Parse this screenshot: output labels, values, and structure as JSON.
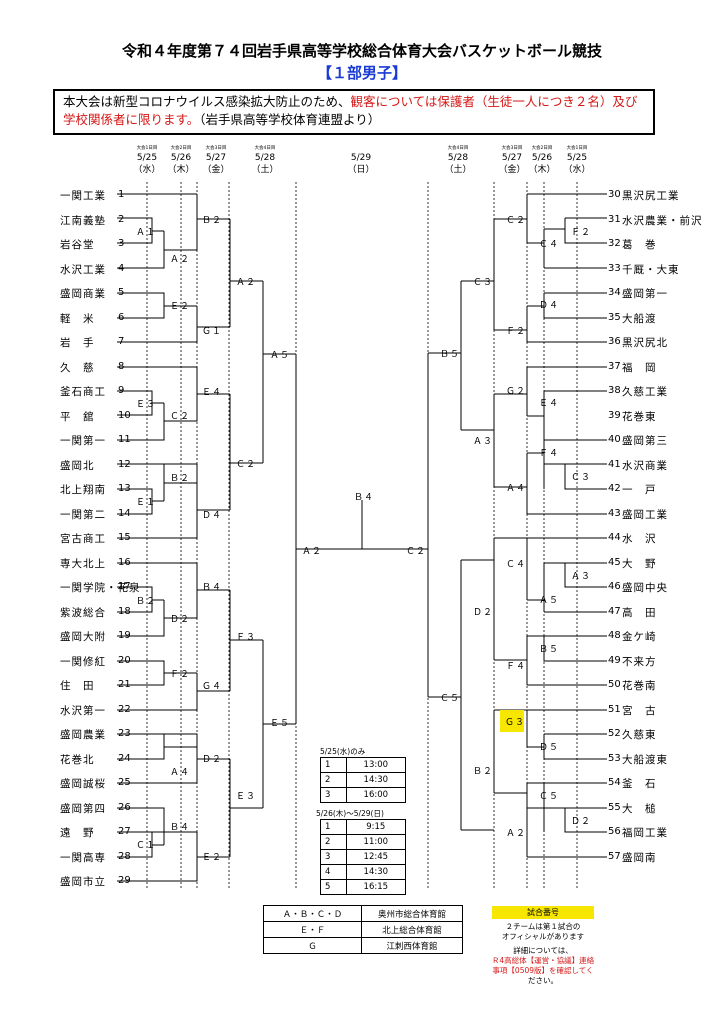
{
  "header": {
    "title": "令和４年度第７４回岩手県高等学校総合体育大会バスケットボール競技",
    "subtitle": "【１部男子】"
  },
  "notice": {
    "part1": "本大会は新型コロナウイルス感染拡大防止のため、",
    "part2": "観客については保護者（生徒一人につき２名）及び学校関係者に限ります。",
    "part3": "（岩手県高等学校体育連盟より）"
  },
  "rounds_left": [
    {
      "round": "大会1日目",
      "date": "5/25",
      "day": "（水）"
    },
    {
      "round": "大会2日目",
      "date": "5/26",
      "day": "（木）"
    },
    {
      "round": "大会3日目",
      "date": "5/27",
      "day": "（金）"
    },
    {
      "round": "大会4日目",
      "date": "5/28",
      "day": "（土）"
    }
  ],
  "round_final": {
    "round": "",
    "date": "5/29",
    "day": "（日）"
  },
  "rounds_right": [
    {
      "round": "大会4日目",
      "date": "5/28",
      "day": "（土）"
    },
    {
      "round": "大会3日目",
      "date": "5/27",
      "day": "（金）"
    },
    {
      "round": "大会2日目",
      "date": "5/26",
      "day": "（木）"
    },
    {
      "round": "大会1日目",
      "date": "5/25",
      "day": "（水）"
    }
  ],
  "teams_left": [
    {
      "name": "一関工業",
      "no": "1"
    },
    {
      "name": "江南義塾",
      "no": "2"
    },
    {
      "name": "岩谷堂",
      "no": "3"
    },
    {
      "name": "水沢工業",
      "no": "4"
    },
    {
      "name": "盛岡商業",
      "no": "5"
    },
    {
      "name": "軽　米",
      "no": "6"
    },
    {
      "name": "岩　手",
      "no": "7"
    },
    {
      "name": "久　慈",
      "no": "8"
    },
    {
      "name": "釜石商工",
      "no": "9"
    },
    {
      "name": "平　舘",
      "no": "10"
    },
    {
      "name": "一関第一",
      "no": "11"
    },
    {
      "name": "盛岡北",
      "no": "12"
    },
    {
      "name": "北上翔南",
      "no": "13"
    },
    {
      "name": "一関第二",
      "no": "14"
    },
    {
      "name": "宮古商工",
      "no": "15"
    },
    {
      "name": "専大北上",
      "no": "16"
    },
    {
      "name": "一関学院・花泉",
      "no": "17"
    },
    {
      "name": "紫波総合",
      "no": "18"
    },
    {
      "name": "盛岡大附",
      "no": "19"
    },
    {
      "name": "一関修紅",
      "no": "20"
    },
    {
      "name": "住　田",
      "no": "21"
    },
    {
      "name": "水沢第一",
      "no": "22"
    },
    {
      "name": "盛岡農業",
      "no": "23"
    },
    {
      "name": "花巻北",
      "no": "24"
    },
    {
      "name": "盛岡誠桜",
      "no": "25"
    },
    {
      "name": "盛岡第四",
      "no": "26"
    },
    {
      "name": "遠　野",
      "no": "27"
    },
    {
      "name": "一関高専",
      "no": "28"
    },
    {
      "name": "盛岡市立",
      "no": "29"
    }
  ],
  "teams_right": [
    {
      "name": "黒沢尻工業",
      "no": "30"
    },
    {
      "name": "水沢農業・前沢",
      "no": "31"
    },
    {
      "name": "葛　巻",
      "no": "32"
    },
    {
      "name": "千厩・大東",
      "no": "33"
    },
    {
      "name": "盛岡第一",
      "no": "34"
    },
    {
      "name": "大船渡",
      "no": "35"
    },
    {
      "name": "黒沢尻北",
      "no": "36"
    },
    {
      "name": "福　岡",
      "no": "37"
    },
    {
      "name": "久慈工業",
      "no": "38"
    },
    {
      "name": "花巻東",
      "no": "39"
    },
    {
      "name": "盛岡第三",
      "no": "40"
    },
    {
      "name": "水沢商業",
      "no": "41"
    },
    {
      "name": "一　戸",
      "no": "42"
    },
    {
      "name": "盛岡工業",
      "no": "43"
    },
    {
      "name": "水　沢",
      "no": "44"
    },
    {
      "name": "大　野",
      "no": "45"
    },
    {
      "name": "盛岡中央",
      "no": "46"
    },
    {
      "name": "高　田",
      "no": "47"
    },
    {
      "name": "金ケ崎",
      "no": "48"
    },
    {
      "name": "不来方",
      "no": "49"
    },
    {
      "name": "花巻南",
      "no": "50"
    },
    {
      "name": "宮　古",
      "no": "51"
    },
    {
      "name": "久慈東",
      "no": "52"
    },
    {
      "name": "大船渡東",
      "no": "53"
    },
    {
      "name": "釜　石",
      "no": "54"
    },
    {
      "name": "大　槌",
      "no": "55"
    },
    {
      "name": "福岡工業",
      "no": "56"
    },
    {
      "name": "盛岡南",
      "no": "57"
    }
  ],
  "game_labels": {
    "l1_a1": "Ａ１",
    "l1_e3": "Ｅ３",
    "l1_e1": "Ｅ１",
    "l1_b2": "Ｂ２",
    "l1_c1": "Ｃ１",
    "l2_a2": "Ａ２",
    "l2_e2": "Ｅ２",
    "l2_c2": "Ｃ２",
    "l2_b2": "Ｂ２",
    "l2_d2": "Ｄ２",
    "l2_f2": "Ｆ２",
    "l2_a4": "Ａ４",
    "l2_b4": "Ｂ４",
    "l3_b2": "Ｂ２",
    "l3_g1": "Ｇ１",
    "l3_e4": "Ｅ４",
    "l3_d4": "Ｄ４",
    "l3_b4": "Ｂ４",
    "l3_g4": "Ｇ４",
    "l3_d2": "Ｄ２",
    "l3_e2": "Ｅ２",
    "l4_a2": "Ａ２",
    "l4_c2": "Ｃ２",
    "l4_f3": "Ｆ３",
    "l4_e3": "Ｅ３",
    "l5_a5": "Ａ５",
    "l5_e5": "Ｅ５",
    "l6_a2": "Ａ２",
    "final_b4": "Ｂ４",
    "r6_c2": "Ｃ２",
    "r5_b5": "Ｂ５",
    "r5_c5": "Ｃ５",
    "r4_c3": "Ｃ３",
    "r4_a3": "Ａ３",
    "r4_d2": "Ｄ２",
    "r4_b2": "Ｂ２",
    "r3_c2": "Ｃ２",
    "r3_f2": "Ｆ２",
    "r3_g2": "Ｇ２",
    "r3_a4": "Ａ４",
    "r3_c4": "Ｃ４",
    "r3_f4": "Ｆ４",
    "r3_g3": "Ｇ３",
    "r3_a2": "Ａ２",
    "r2_c4": "Ｃ４",
    "r2_d4": "Ｄ４",
    "r2_e4": "Ｅ４",
    "r2_f4": "Ｆ４",
    "r2_a5": "Ａ５",
    "r2_b5": "Ｂ５",
    "r2_d5": "Ｄ５",
    "r2_c5": "Ｃ５",
    "r1_f2": "Ｆ２",
    "r1_c3": "Ｃ３",
    "r1_a3": "Ａ３",
    "r1_d2": "Ｄ２"
  },
  "schedule_0525": {
    "title": "5/25(水)のみ",
    "rows": [
      [
        "1",
        "13:00"
      ],
      [
        "2",
        "14:30"
      ],
      [
        "3",
        "16:00"
      ]
    ]
  },
  "schedule_0526": {
    "title": "5/26(木)～5/29(日)",
    "rows": [
      [
        "1",
        "9:15"
      ],
      [
        "2",
        "11:00"
      ],
      [
        "3",
        "12:45"
      ],
      [
        "4",
        "14:30"
      ],
      [
        "5",
        "16:15"
      ]
    ]
  },
  "venues": [
    [
      "Ａ・Ｂ・Ｃ・Ｄ",
      "奥州市総合体育館"
    ],
    [
      "Ｅ・Ｆ",
      "北上総合体育館"
    ],
    [
      "Ｇ",
      "江刺西体育館"
    ]
  ],
  "legend": {
    "title": "試合番号",
    "line1": "２チームは第１試合の",
    "line2": "オフィシャルがあります",
    "line3": "詳細については、",
    "line4": "Ｒ4高総体【運営・協議】連絡",
    "line5": "事項【0509版】を確認してく",
    "line6": "ださい。"
  },
  "colors": {
    "title_blue": "#1a3ad6",
    "notice_red": "#d41818",
    "highlight_yellow": "#f7e600"
  }
}
